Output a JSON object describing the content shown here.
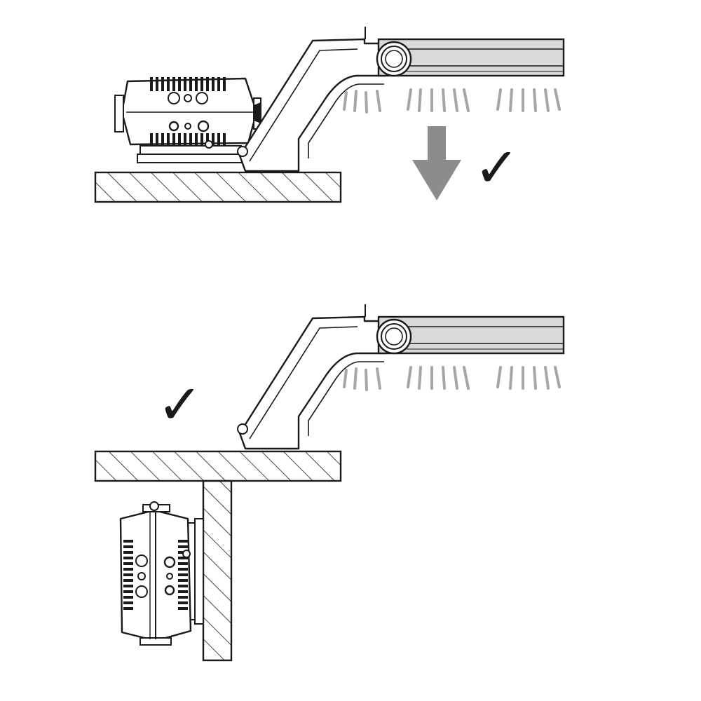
{
  "colors": {
    "line": "#1a1a1a",
    "light_fill": "#d9d9d9",
    "arrow": "#8c8c8c",
    "light_beam": "#a6a6a6",
    "background": "#ffffff"
  },
  "panels": [
    {
      "id": "top",
      "driver_position": "on-surface",
      "arrow_icon": "down-arrow-icon",
      "status_icon": "checkmark-icon",
      "status_glyph": "✓"
    },
    {
      "id": "bottom",
      "driver_position": "below-surface-wall-mounted",
      "status_icon": "checkmark-icon",
      "status_glyph": "✓"
    }
  ]
}
